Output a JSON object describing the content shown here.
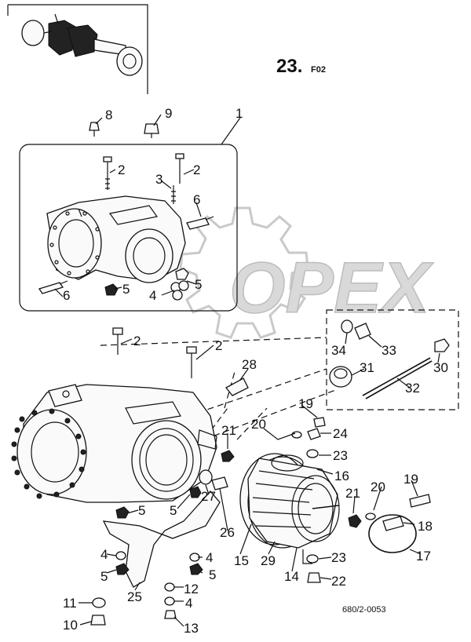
{
  "diagram": {
    "page_number": "23.",
    "page_suffix": "F02",
    "drawing_code": "680/2-0053",
    "watermark": "OPEX",
    "callouts": [
      {
        "id": "c8",
        "text": "8"
      },
      {
        "id": "c9",
        "text": "9"
      },
      {
        "id": "c1",
        "text": "1"
      },
      {
        "id": "c2a",
        "text": "2"
      },
      {
        "id": "c2b",
        "text": "2"
      },
      {
        "id": "c3",
        "text": "3"
      },
      {
        "id": "c6a",
        "text": "6"
      },
      {
        "id": "c6b",
        "text": "6"
      },
      {
        "id": "c5a",
        "text": "5"
      },
      {
        "id": "c4a",
        "text": "4"
      },
      {
        "id": "c5b",
        "text": "5"
      },
      {
        "id": "c2c",
        "text": "2"
      },
      {
        "id": "c2d",
        "text": "2"
      },
      {
        "id": "c34",
        "text": "34"
      },
      {
        "id": "c33",
        "text": "33"
      },
      {
        "id": "c28",
        "text": "28"
      },
      {
        "id": "c31",
        "text": "31"
      },
      {
        "id": "c30",
        "text": "30"
      },
      {
        "id": "c32",
        "text": "32"
      },
      {
        "id": "c19a",
        "text": "19"
      },
      {
        "id": "c20a",
        "text": "20"
      },
      {
        "id": "c24",
        "text": "24"
      },
      {
        "id": "c21a",
        "text": "21"
      },
      {
        "id": "c23a",
        "text": "23"
      },
      {
        "id": "c16",
        "text": "16"
      },
      {
        "id": "c27",
        "text": "27"
      },
      {
        "id": "c5c",
        "text": "5"
      },
      {
        "id": "c5d",
        "text": "5"
      },
      {
        "id": "c26",
        "text": "26"
      },
      {
        "id": "c20b",
        "text": "20"
      },
      {
        "id": "c19b",
        "text": "19"
      },
      {
        "id": "c21b",
        "text": "21"
      },
      {
        "id": "c18",
        "text": "18"
      },
      {
        "id": "c15",
        "text": "15"
      },
      {
        "id": "c29",
        "text": "29"
      },
      {
        "id": "c14",
        "text": "14"
      },
      {
        "id": "c23b",
        "text": "23"
      },
      {
        "id": "c17",
        "text": "17"
      },
      {
        "id": "c4b",
        "text": "4"
      },
      {
        "id": "c5e",
        "text": "5"
      },
      {
        "id": "c25",
        "text": "25"
      },
      {
        "id": "c4c",
        "text": "4"
      },
      {
        "id": "c5f",
        "text": "5"
      },
      {
        "id": "c22",
        "text": "22"
      },
      {
        "id": "c12",
        "text": "12"
      },
      {
        "id": "c11",
        "text": "11"
      },
      {
        "id": "c4d",
        "text": "4"
      },
      {
        "id": "c10",
        "text": "10"
      },
      {
        "id": "c13",
        "text": "13"
      }
    ]
  }
}
